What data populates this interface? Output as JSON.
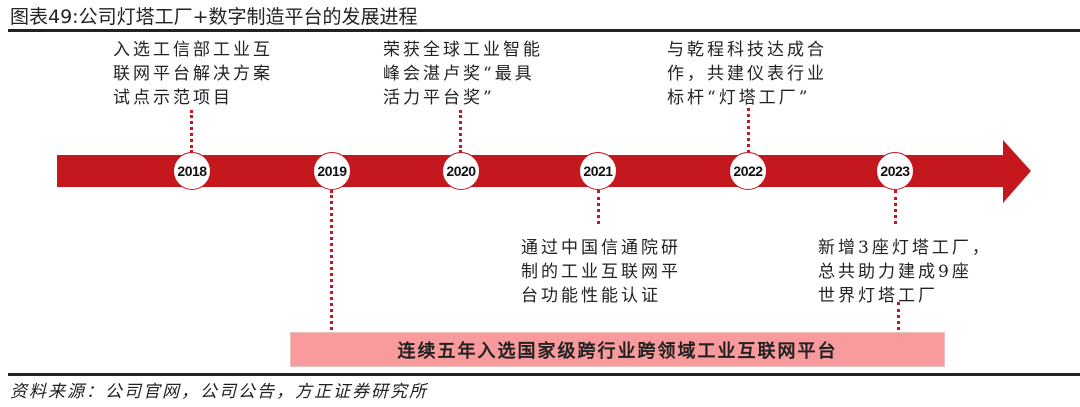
{
  "title": "图表49:公司灯塔工厂+数字制造平台的发展进程",
  "colors": {
    "arrow": "#c4171e",
    "band": "#f99a9c"
  },
  "milestones": [
    {
      "year": "2018",
      "text": "入选工信部工业互\n联网平台解决方案\n试点示范项目"
    },
    {
      "year": "2019",
      "text": ""
    },
    {
      "year": "2020",
      "text": "荣获全球工业智能\n峰会湛卢奖“最具\n活力平台奖”"
    },
    {
      "year": "2021",
      "text": "通过中国信通院研\n制的工业互联网平\n台功能性能认证"
    },
    {
      "year": "2022",
      "text": "与乾程科技达成合\n作，共建仪表行业\n标杆“灯塔工厂”"
    },
    {
      "year": "2023",
      "text": "新增3座灯塔工厂，\n总共助力建成9座\n世界灯塔工厂"
    }
  ],
  "band_text": "连续五年入选国家级跨行业跨领域工业互联网平台",
  "source": "资料来源：公司官网，公司公告，方正证券研究所"
}
